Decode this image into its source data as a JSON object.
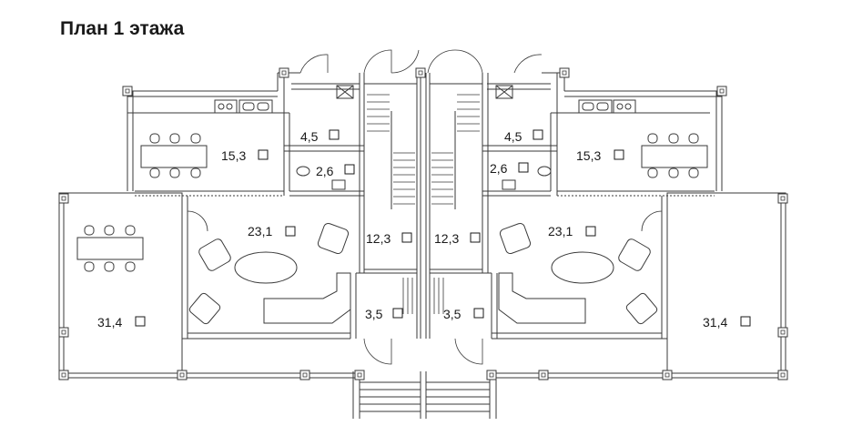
{
  "title": "План 1 этажа",
  "rooms": [
    {
      "id": "kitchen-left",
      "area": "15,3"
    },
    {
      "id": "hall-left",
      "area": "4,5"
    },
    {
      "id": "wc-left",
      "area": "2,6"
    },
    {
      "id": "living-left",
      "area": "23,1"
    },
    {
      "id": "stair-left",
      "area": "12,3"
    },
    {
      "id": "vestibule-left",
      "area": "3,5"
    },
    {
      "id": "terrace-left",
      "area": "31,4"
    },
    {
      "id": "kitchen-right",
      "area": "15,3"
    },
    {
      "id": "hall-right",
      "area": "4,5"
    },
    {
      "id": "wc-right",
      "area": "2,6"
    },
    {
      "id": "living-right",
      "area": "23,1"
    },
    {
      "id": "stair-right",
      "area": "12,3"
    },
    {
      "id": "vestibule-right",
      "area": "3,5"
    },
    {
      "id": "terrace-right",
      "area": "31,4"
    }
  ],
  "colors": {
    "line": "#3a3a3a",
    "light": "#8a8a8a",
    "background": "#ffffff"
  }
}
